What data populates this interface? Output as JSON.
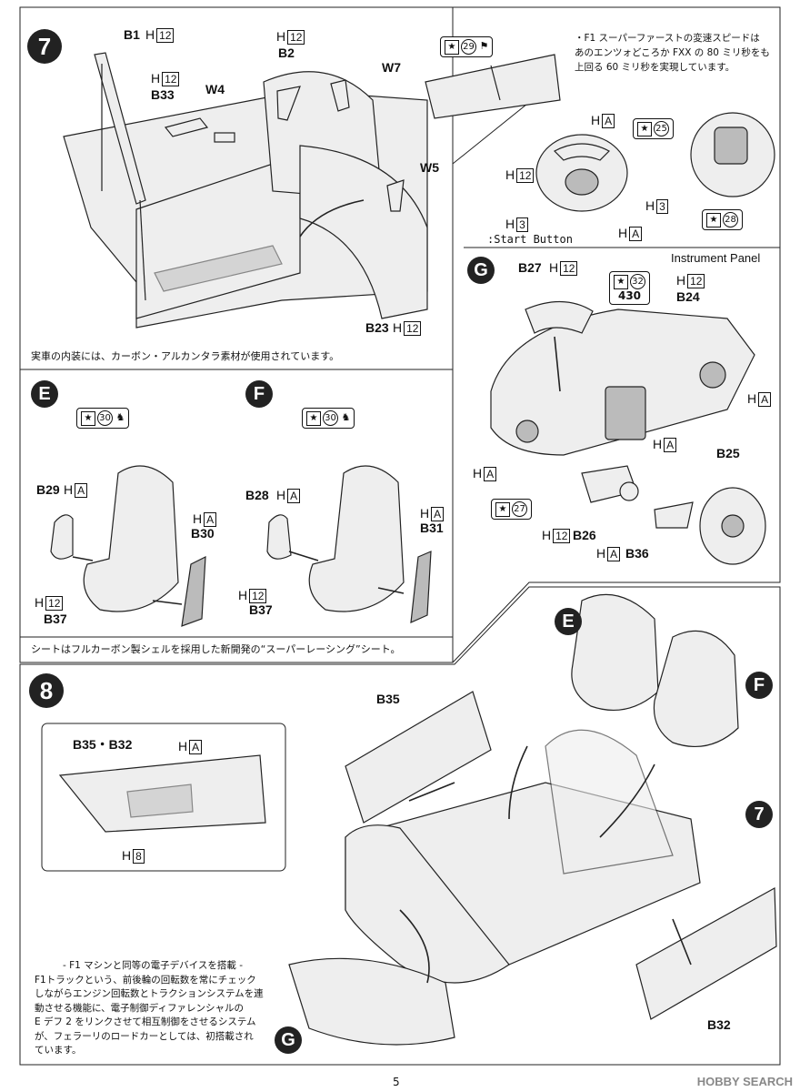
{
  "page": {
    "number": "5",
    "watermark": "HOBBY SEARCH"
  },
  "step7": {
    "step_number": "7",
    "parts": [
      "B1",
      "B2",
      "B33",
      "W4",
      "W7",
      "W5",
      "B23"
    ],
    "h12": "H",
    "h12_box": "12",
    "note": "実車の内装には、カーボン・アルカンタラ素材が使用されています。",
    "paint_29": "29",
    "f1_note": [
      "・F1 スーパーファーストの変速スピードは",
      "あのエンツォどころか FXX の 80 ミリ秒をも",
      "上回る 60 ミリ秒を実現しています。"
    ],
    "steering": {
      "hA": "A",
      "h12": "12",
      "h3": "3",
      "paint_25": "25",
      "paint_28": "28",
      "start_button": ":Start Button"
    }
  },
  "stepG": {
    "label": "G",
    "title": "Instrument Panel",
    "parts": [
      "B27",
      "B24",
      "B25",
      "B26",
      "B36"
    ],
    "paint_32": "32",
    "paint_27": "27",
    "badge_text": "430"
  },
  "stepE": {
    "label": "E",
    "paint_30": "30",
    "parts": [
      "B29",
      "B30",
      "B37"
    ]
  },
  "stepF": {
    "label": "F",
    "paint_30": "30",
    "parts": [
      "B28",
      "B31",
      "B37"
    ]
  },
  "seat_note": "シートはフルカーボン製シェルを採用した新開発の“スーパーレーシング”シート。",
  "step8": {
    "step_number": "8",
    "detail_title": "B35・B32",
    "hA": "A",
    "h8": "8",
    "parts": [
      "B35",
      "B32"
    ],
    "refs": [
      "E",
      "F",
      "7",
      "G"
    ],
    "electronics_title": "- F1 マシンと同等の電子デバイスを搭載 -",
    "electronics_body": [
      "F1トラックという、前後輪の回転数を常にチェック",
      "しながらエンジン回転数とトラクションシステムを連",
      "動させる機能に、電子制御ディファレンシャルの",
      "E デフ 2 をリンクさせて相互制御をさせるシステム",
      "が、フェラーリのロードカーとしては、初搭載され",
      "ています。"
    ]
  }
}
